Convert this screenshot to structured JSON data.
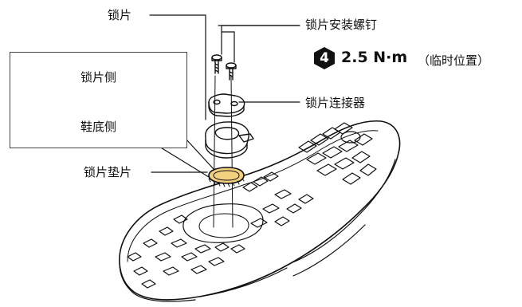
{
  "labels": {
    "cleat": "锁片",
    "cleat_screws": "锁片安装螺钉",
    "cleat_connector": "锁片连接器",
    "cleat_shim": "锁片垫片"
  },
  "torque": {
    "step_number": "4",
    "value": "2.5 N·m",
    "note": "（临时位置）"
  },
  "inset": {
    "top_side": "锁片侧",
    "bottom_side": "鞋底侧"
  },
  "colors": {
    "shim_fill": "#f2d080",
    "line": "#111111",
    "badge": "#111111"
  }
}
